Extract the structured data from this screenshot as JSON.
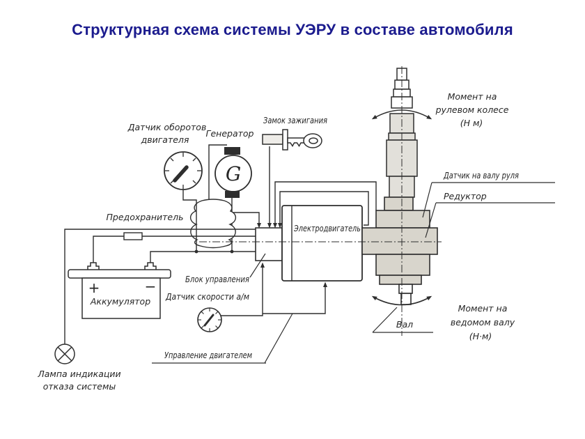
{
  "title": "Структурная схема системы УЭРУ в составе автомобиля",
  "diagram": {
    "labels": {
      "engine_speed_sensor_1": "Датчик оборотов",
      "engine_speed_sensor_2": "двигателя",
      "generator": "Генератор",
      "generator_letter": "G",
      "ignition_lock": "Замок зажигания",
      "torque_wheel_1": "Момент на",
      "torque_wheel_2": "рулевом колесе",
      "torque_wheel_3": "(Н м)",
      "shaft_sensor": "Датчик на валу руля",
      "reducer": "Редуктор",
      "fuse": "Предохранитель",
      "motor": "Электродвигатель",
      "control_unit": "Блок управления",
      "speed_sensor": "Датчик скорости а/м",
      "battery": "Аккумулятор",
      "battery_plus": "+",
      "battery_minus": "−",
      "motor_control": "Управление двигателем",
      "shaft": "Вал",
      "torque_driven_1": "Момент на",
      "torque_driven_2": "ведомом валу",
      "torque_driven_3": "(Н·м)",
      "failure_lamp_1": "Лампа индикации",
      "failure_lamp_2": "отказа системы"
    },
    "colors": {
      "title": "#1b1b8e",
      "ink": "#2e2e2e",
      "block_fill": "#d8d5cc",
      "column_fill": "#e2e0da"
    }
  }
}
